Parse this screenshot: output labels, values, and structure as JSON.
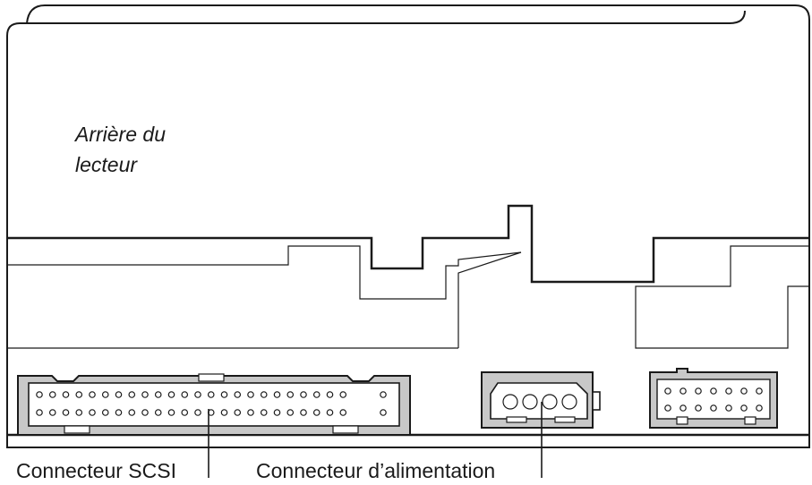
{
  "labels": {
    "rear_line1": "Arrière du",
    "rear_line2": "lecteur",
    "scsi_connector": "Connecteur SCSI",
    "power_connector": "Connecteur d’alimentation"
  },
  "colors": {
    "line": "#1a1a1a",
    "connector_fill": "#c8c8c8",
    "background": "#ffffff"
  },
  "scsi_connector": {
    "rows": 2,
    "pins_per_row": 25
  },
  "jumper_block": {
    "rows": 2,
    "pins_per_row": 7
  },
  "power_connector": {
    "pins": 4
  }
}
